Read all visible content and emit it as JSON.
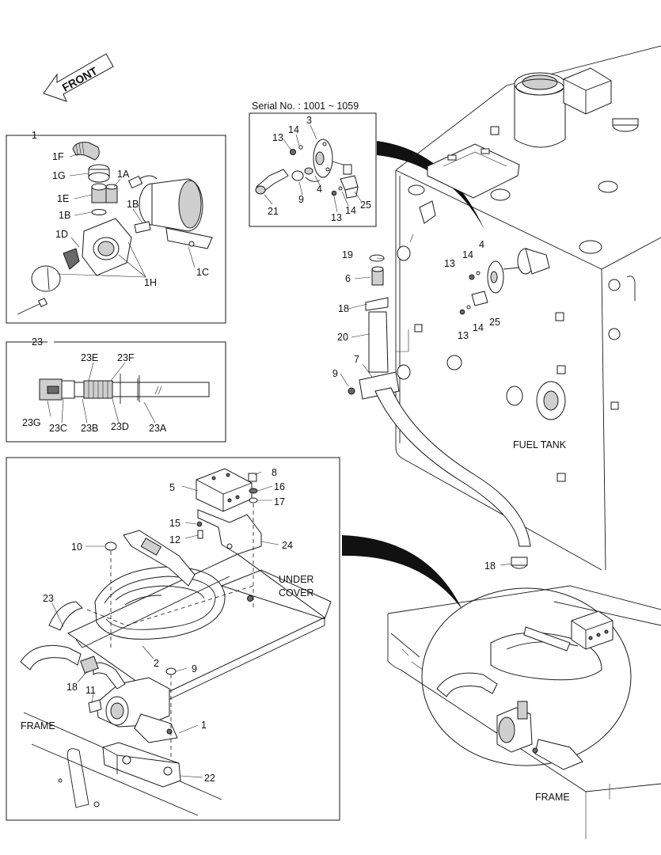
{
  "labels": {
    "front": "FRONT",
    "serial_no": "Serial No. : 1001 ~ 1059",
    "fuel_tank": "FUEL TANK",
    "under_cover_1": "UNDER",
    "under_cover_2": "COVER",
    "frame_left": "FRAME",
    "frame_right": "FRAME"
  },
  "detail_pump": {
    "box_tag": "1",
    "callouts": [
      "1F",
      "1G",
      "1A",
      "1E",
      "1B",
      "1B",
      "1D",
      "1C",
      "1H"
    ]
  },
  "detail_hose": {
    "box_tag": "23",
    "callouts": [
      "23E",
      "23F",
      "23G",
      "23C",
      "23B",
      "23D",
      "23A"
    ]
  },
  "serial_inset": {
    "callouts": [
      "13",
      "14",
      "3",
      "4",
      "9",
      "21",
      "13",
      "14",
      "25"
    ]
  },
  "tank_callouts": [
    "19",
    "6",
    "18",
    "20",
    "7",
    "9",
    "4",
    "13",
    "14",
    "13",
    "14",
    "25",
    "18"
  ],
  "main_callouts": [
    "5",
    "8",
    "16",
    "17",
    "15",
    "12",
    "24",
    "10",
    "23",
    "2",
    "9",
    "18",
    "11",
    "1",
    "22"
  ],
  "colors": {
    "line": "#1a1a1a",
    "shade": "#cfcfcf",
    "background": "#ffffff"
  }
}
